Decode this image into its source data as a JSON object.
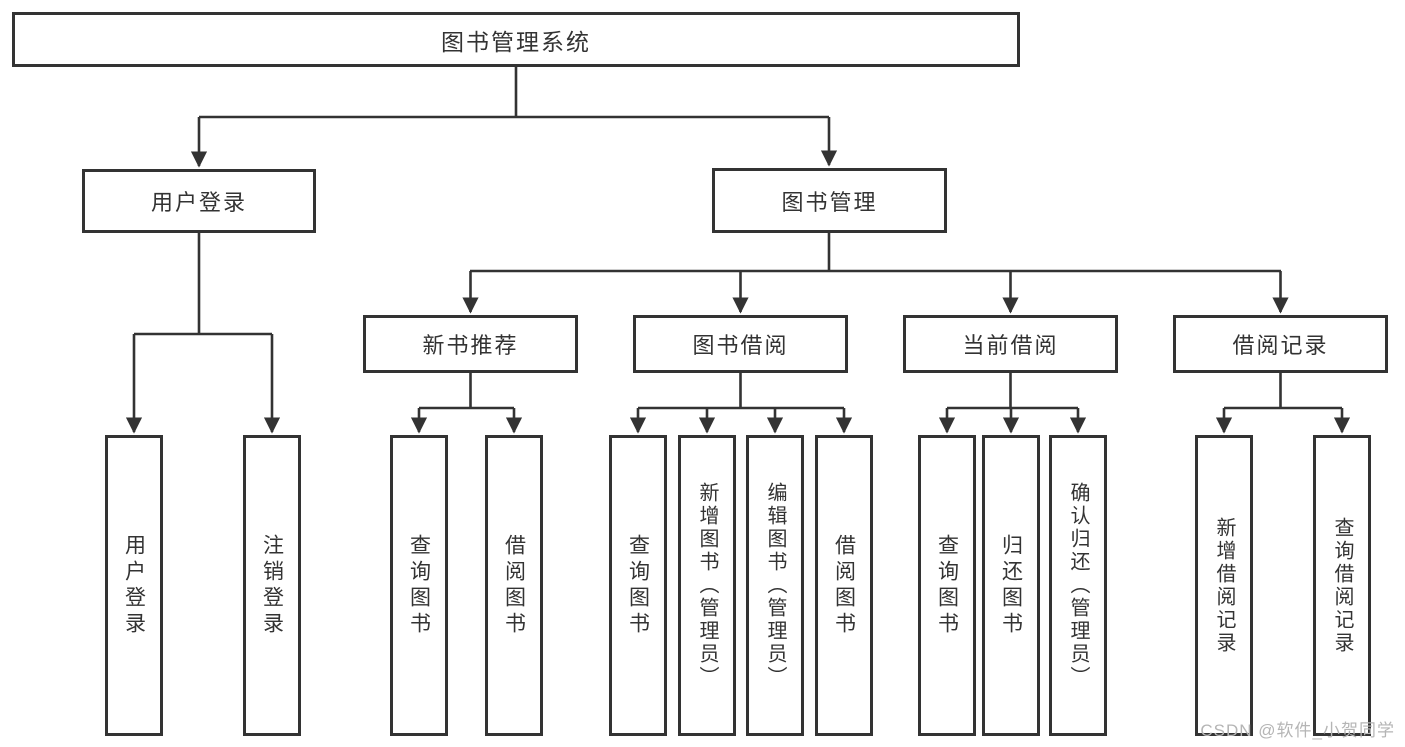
{
  "diagram_title": "图书管理系统",
  "tree": {
    "root": {
      "label": "图书管理系统",
      "children": [
        {
          "label": "用户登录",
          "children": [
            {
              "label": "用户登录"
            },
            {
              "label": "注销登录"
            }
          ]
        },
        {
          "label": "图书管理",
          "children": [
            {
              "label": "新书推荐",
              "children": [
                {
                  "label": "查询图书"
                },
                {
                  "label": "借阅图书"
                }
              ]
            },
            {
              "label": "图书借阅",
              "children": [
                {
                  "label": "查询图书"
                },
                {
                  "label": "新增图书（管理员）"
                },
                {
                  "label": "编辑图书（管理员）"
                },
                {
                  "label": "借阅图书"
                }
              ]
            },
            {
              "label": "当前借阅",
              "children": [
                {
                  "label": "查询图书"
                },
                {
                  "label": "归还图书"
                },
                {
                  "label": "确认归还（管理员）"
                }
              ]
            },
            {
              "label": "借阅记录",
              "children": [
                {
                  "label": "新增借阅记录"
                },
                {
                  "label": "查询借阅记录"
                }
              ]
            }
          ]
        }
      ]
    }
  },
  "watermark": "CSDN @软件_小贺同学",
  "colors": {
    "line": "#333333",
    "box_border": "#333333",
    "box_fill": "#ffffff",
    "text": "#333333",
    "watermark": "#b5b5b5",
    "background": "#ffffff"
  }
}
